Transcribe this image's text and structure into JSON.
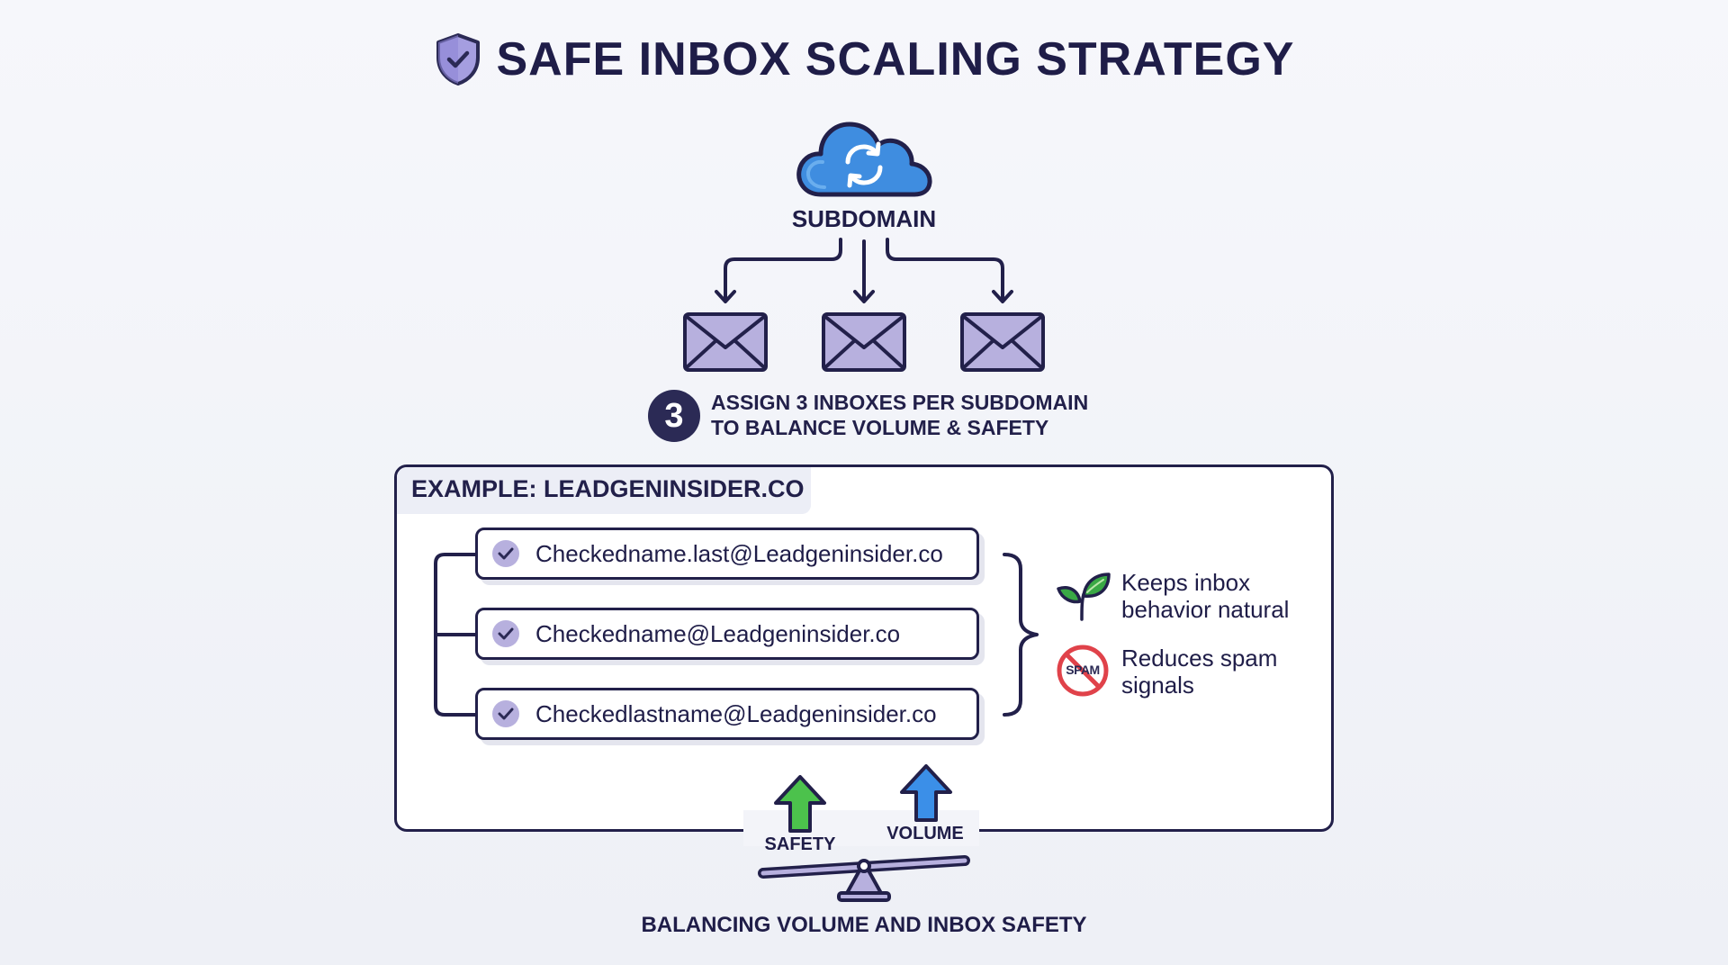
{
  "title": "SAFE INBOX SCALING STRATEGY",
  "subdomain_label": "SUBDOMAIN",
  "assign": {
    "number": "3",
    "line1": "ASSIGN 3 INBOXES PER SUBDOMAIN",
    "line2": "TO BALANCE VOLUME & SAFETY"
  },
  "example": {
    "label": "EXAMPLE: LEADGENINSIDER.CO",
    "addresses": [
      "Checkedname.last@Leadgeninsider.co",
      "Checkedname@Leadgeninsider.co",
      "Checkedlastname@Leadgeninsider.co"
    ],
    "benefits": [
      {
        "icon": "leaf-icon",
        "line1": "Keeps inbox",
        "line2": "behavior natural"
      },
      {
        "icon": "no-spam-icon",
        "line1": "Reduces spam",
        "line2": "signals",
        "icon_text": "SPAM"
      }
    ]
  },
  "balance": {
    "safety_label": "SAFETY",
    "volume_label": "VOLUME",
    "caption": "BALANCING VOLUME AND INBOX SAFETY"
  },
  "colors": {
    "navy": "#22204a",
    "lavender": "#b7b0de",
    "cloud_blue": "#3f8de0",
    "safety_green": "#4cc24c",
    "volume_blue": "#3b8fe8",
    "leaf_green": "#3aa845",
    "spam_red": "#e0424a"
  }
}
